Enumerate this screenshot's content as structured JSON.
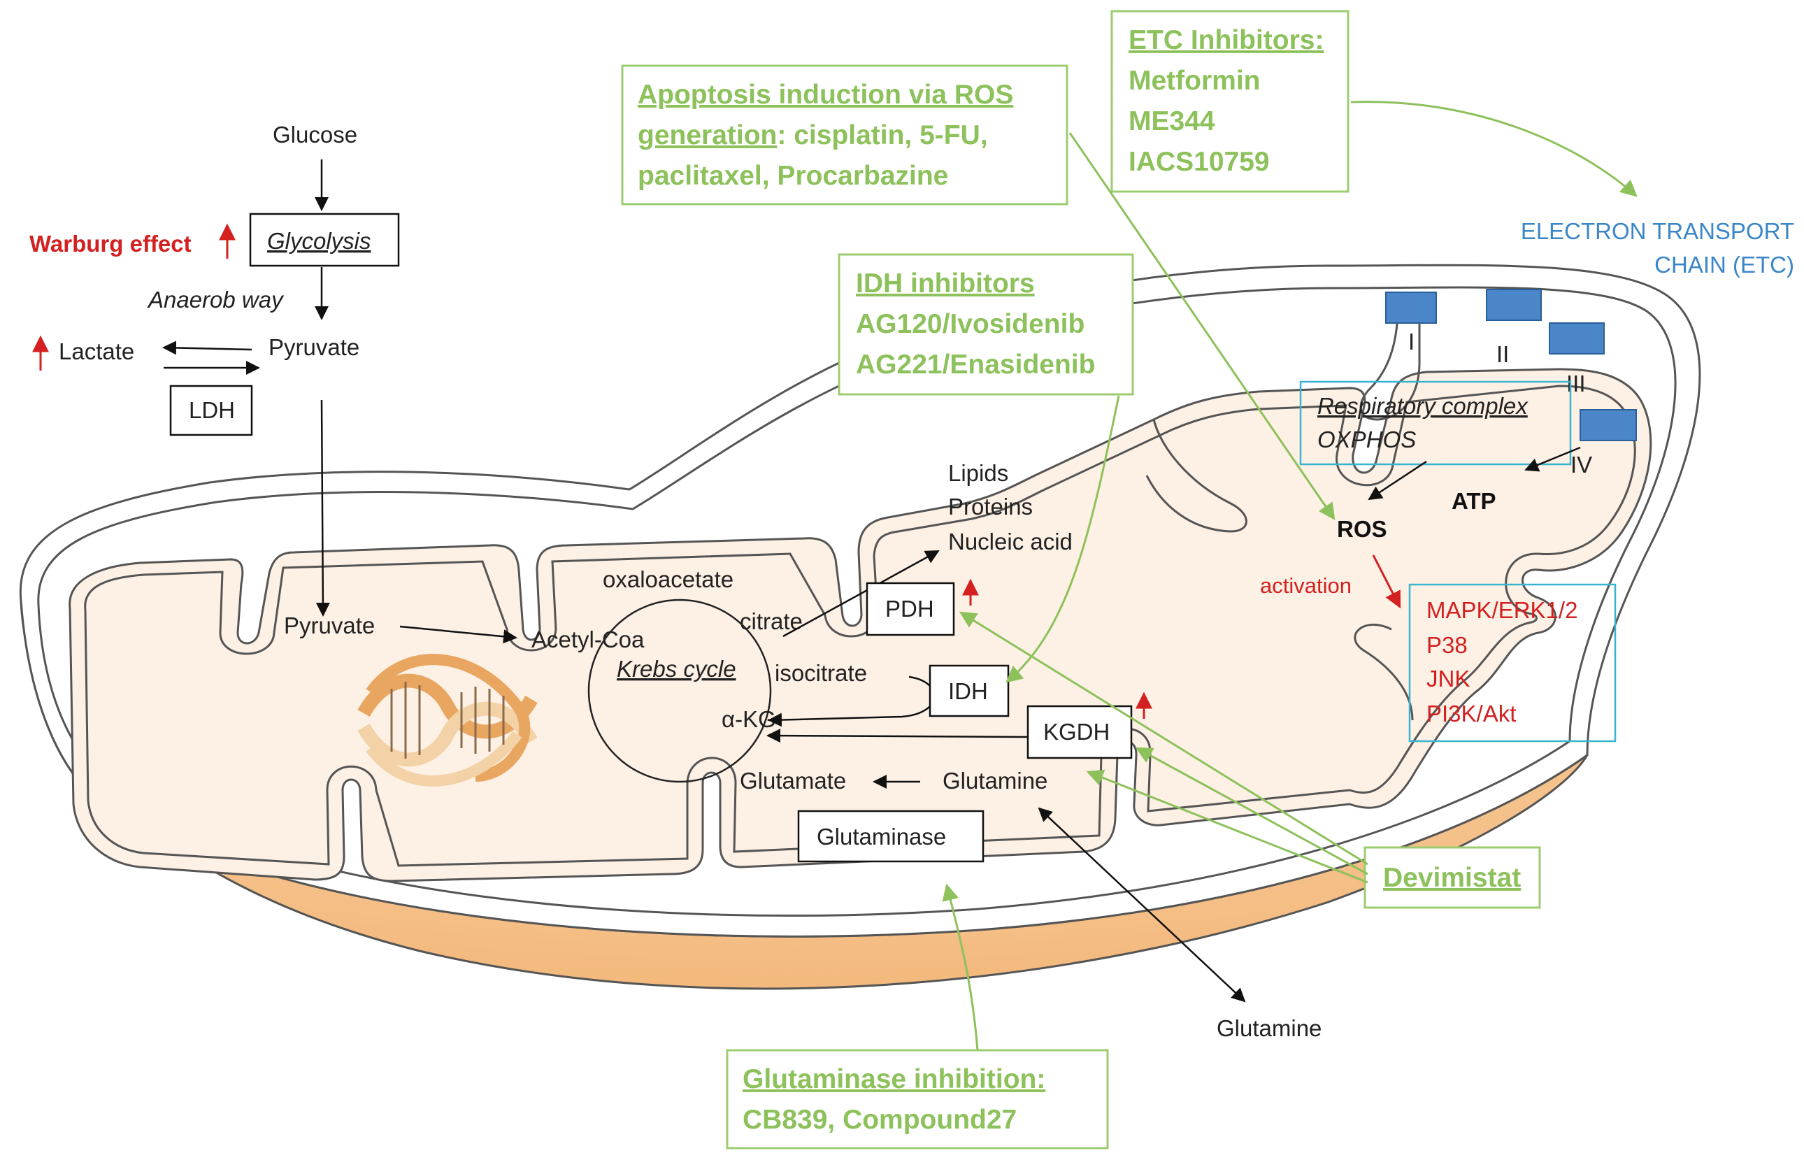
{
  "glycolysis": {
    "glucose": "Glucose",
    "glycolysis": "Glycolysis",
    "warburg": "Warburg effect",
    "anaerob": "Anaerob way",
    "lactate": "Lactate",
    "pyruvate_outer": "Pyruvate",
    "ldh": "LDH"
  },
  "matrix": {
    "pyruvate_inner": "Pyruvate",
    "acetyl_coa": "Acetyl-Coa",
    "oxaloacetate": "oxaloacetate",
    "citrate": "citrate",
    "krebs": "Krebs cycle",
    "isocitrate": "isocitrate",
    "akg": "α-KG",
    "glutamate": "Glutamate",
    "glutamine_inner": "Glutamine",
    "glutaminase": "Glutaminase",
    "pdh": "PDH",
    "idh": "IDH",
    "kgdh": "KGDH",
    "lipids": "Lipids",
    "proteins": "Proteins",
    "nucleic": "Nucleic acid",
    "glutamine_outer": "Glutamine"
  },
  "etc": {
    "title_line1": "ELECTRON TRANSPORT",
    "title_line2": "CHAIN (ETC)",
    "complex_1": "I",
    "complex_2": "II",
    "complex_3": "III",
    "complex_4": "IV",
    "resp_line1": "Respiratory complex",
    "resp_line2": "OXPHOS",
    "atp": "ATP",
    "ros": "ROS",
    "activation": "activation",
    "pathways": [
      "MAPK/ERK1/2",
      "P38",
      "JNK",
      "PI3K/Akt"
    ],
    "complex_color": "#4a86c8"
  },
  "drugs": {
    "etc_title": "ETC Inhibitors:",
    "etc_items": [
      "Metformin",
      "ME344",
      "IACS10759"
    ],
    "apoptosis_title_1": "Apoptosis induction via ROS",
    "apoptosis_title_2": "generation",
    "apoptosis_rest_2": ": cisplatin, 5-FU,",
    "apoptosis_line3": "paclitaxel, Procarbazine",
    "idh_title": "IDH inhibitors",
    "idh_items": [
      "AG120/Ivosidenib",
      "AG221/Enasidenib"
    ],
    "devimistat": "Devimistat",
    "glutaminase_title": "Glutaminase inhibition:",
    "glutaminase_items": "CB839, Compound27",
    "drug_color": "#8dc15b"
  },
  "colors": {
    "matrix_fill": "#fdf0e4",
    "outer_shell": "#f6c590",
    "red": "#d32020",
    "cyan": "#36b4d0"
  }
}
